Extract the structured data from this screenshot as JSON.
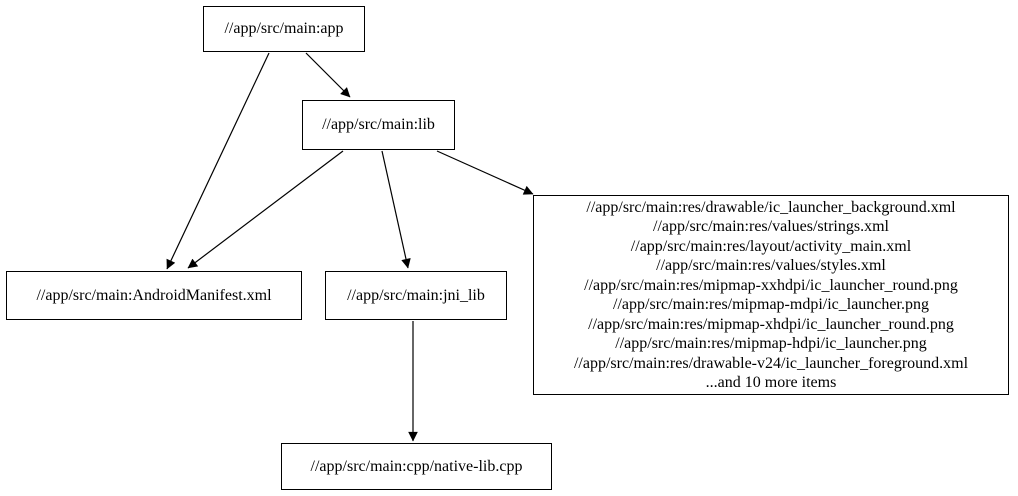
{
  "graph": {
    "type": "dependency-graph",
    "nodes": {
      "app": {
        "label": "//app/src/main:app"
      },
      "lib": {
        "label": "//app/src/main:lib"
      },
      "manifest": {
        "label": "//app/src/main:AndroidManifest.xml"
      },
      "jni_lib": {
        "label": "//app/src/main:jni_lib"
      },
      "native": {
        "label": "//app/src/main:cpp/native-lib.cpp"
      },
      "res": {
        "lines": [
          "//app/src/main:res/drawable/ic_launcher_background.xml",
          "//app/src/main:res/values/strings.xml",
          "//app/src/main:res/layout/activity_main.xml",
          "//app/src/main:res/values/styles.xml",
          "//app/src/main:res/mipmap-xxhdpi/ic_launcher_round.png",
          "//app/src/main:res/mipmap-mdpi/ic_launcher.png",
          "//app/src/main:res/mipmap-xhdpi/ic_launcher_round.png",
          "//app/src/main:res/mipmap-hdpi/ic_launcher.png",
          "//app/src/main:res/drawable-v24/ic_launcher_foreground.xml",
          "...and 10 more items"
        ]
      }
    },
    "edges": [
      {
        "from": "//app/src/main:app",
        "to": "//app/src/main:lib"
      },
      {
        "from": "//app/src/main:app",
        "to": "//app/src/main:AndroidManifest.xml"
      },
      {
        "from": "//app/src/main:lib",
        "to": "//app/src/main:AndroidManifest.xml"
      },
      {
        "from": "//app/src/main:lib",
        "to": "//app/src/main:jni_lib"
      },
      {
        "from": "//app/src/main:lib",
        "to": "//app/src/main:res (resource group)"
      },
      {
        "from": "//app/src/main:jni_lib",
        "to": "//app/src/main:cpp/native-lib.cpp"
      }
    ],
    "colors": {
      "background": "#ffffff",
      "node_fill": "#ffffff",
      "node_border": "#000000",
      "edge": "#000000",
      "text": "#000000"
    }
  }
}
